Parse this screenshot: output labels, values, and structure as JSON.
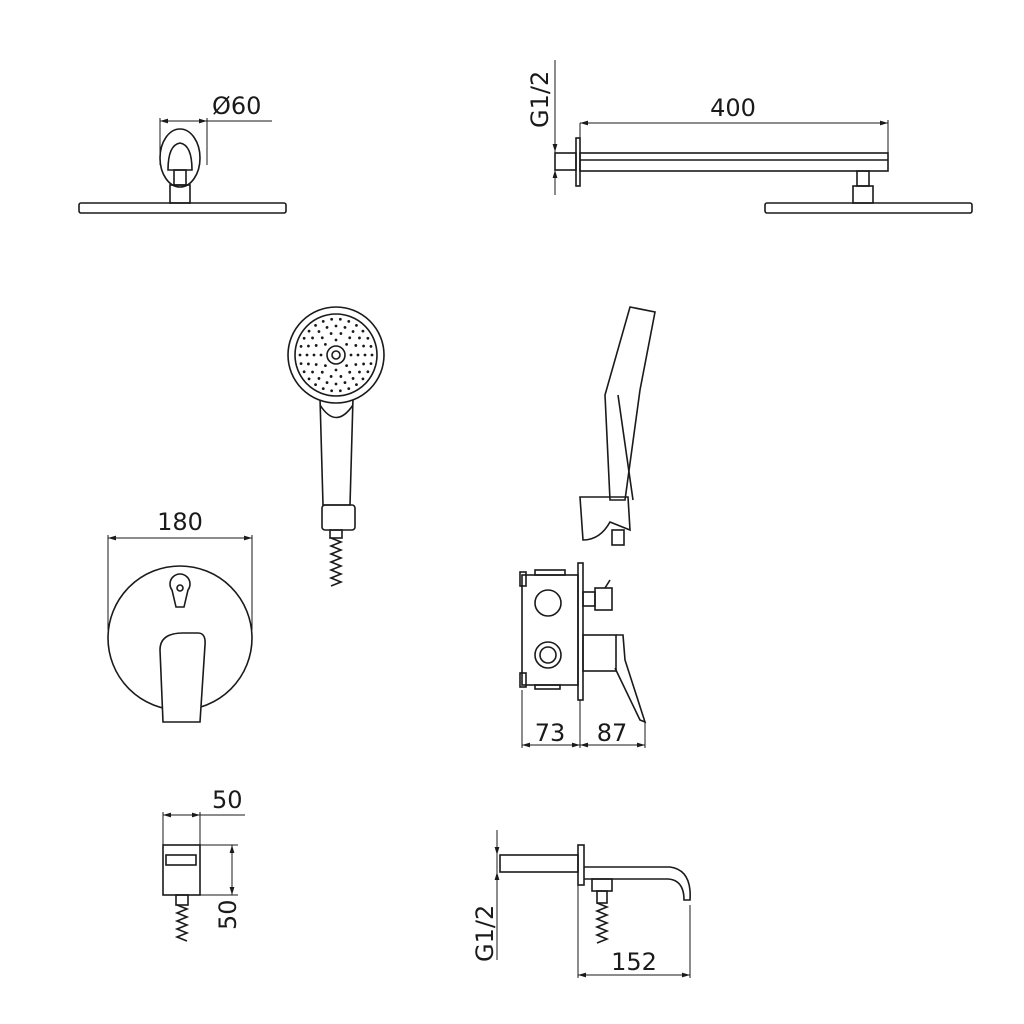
{
  "title": "Shower set technical drawing",
  "dimensions": {
    "overhead_diameter": "Ø60",
    "arm_thread": "G1/2",
    "arm_length": "400",
    "mixer_plate_width": "180",
    "mixer_depth_body": "73",
    "mixer_depth_handle": "87",
    "holder_width": "50",
    "holder_height": "50",
    "spout_thread": "G1/2",
    "spout_length": "152"
  },
  "colors": {
    "line": "#1a1a1a",
    "background": "#ffffff"
  }
}
